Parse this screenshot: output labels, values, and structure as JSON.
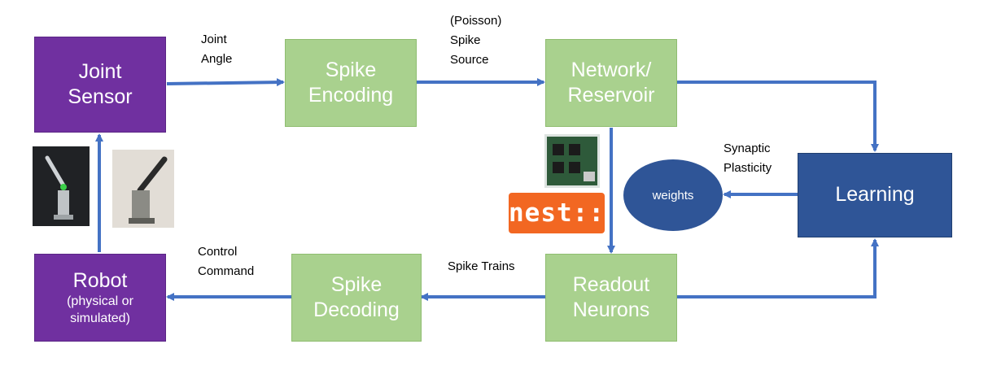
{
  "blocks": {
    "joint_sensor": [
      "Joint",
      "Sensor"
    ],
    "spike_encoding": [
      "Spike",
      "Encoding"
    ],
    "network_reservoir": [
      "Network/",
      "Reservoir"
    ],
    "learning": "Learning",
    "readout_neurons": [
      "Readout",
      "Neurons"
    ],
    "spike_decoding": [
      "Spike",
      "Decoding"
    ],
    "robot": {
      "title": "Robot",
      "subtitle": [
        "(physical or",
        "simulated)"
      ]
    }
  },
  "weights": "weights",
  "edge_labels": {
    "joint_angle": [
      "Joint",
      "Angle"
    ],
    "poisson_spike_source": [
      "(Poisson)",
      "Spike",
      "Source"
    ],
    "synaptic_plasticity": [
      "Synaptic",
      "Plasticity"
    ],
    "spike_trains": "Spike Trains",
    "control_command": [
      "Control",
      "Command"
    ]
  },
  "nest_logo": "nest::",
  "colors": {
    "purple": "#7030a0",
    "green": "#a9d18e",
    "navy": "#2f5597",
    "arrow": "#4472c4",
    "nest_orange": "#f26722"
  }
}
